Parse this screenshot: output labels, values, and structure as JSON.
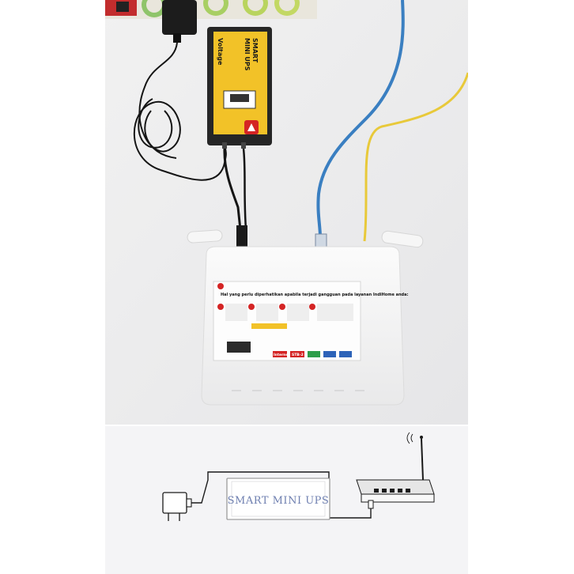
{
  "photo": {
    "ups": {
      "brand_line1": "SMART",
      "brand_line2": "MINI UPS",
      "voltage_label": "Voltage"
    },
    "router_sticker": {
      "headline": "Hal yang perlu diperhatikan apabila terjadi gangguan pada layanan IndiHome anda:",
      "tag_internet": "Internet",
      "tag_stb": "STB-2"
    }
  },
  "diagram": {
    "ups_label": "SMART MINI UPS"
  },
  "colors": {
    "ups_body": "#262626",
    "ups_sticker": "#f2c228",
    "cable_blue": "#3a7fc1",
    "cable_yellow": "#e8c93a",
    "router_body": "#f3f3f3",
    "diagram_label": "#6e7fb0",
    "indihome_red": "#d42424"
  }
}
